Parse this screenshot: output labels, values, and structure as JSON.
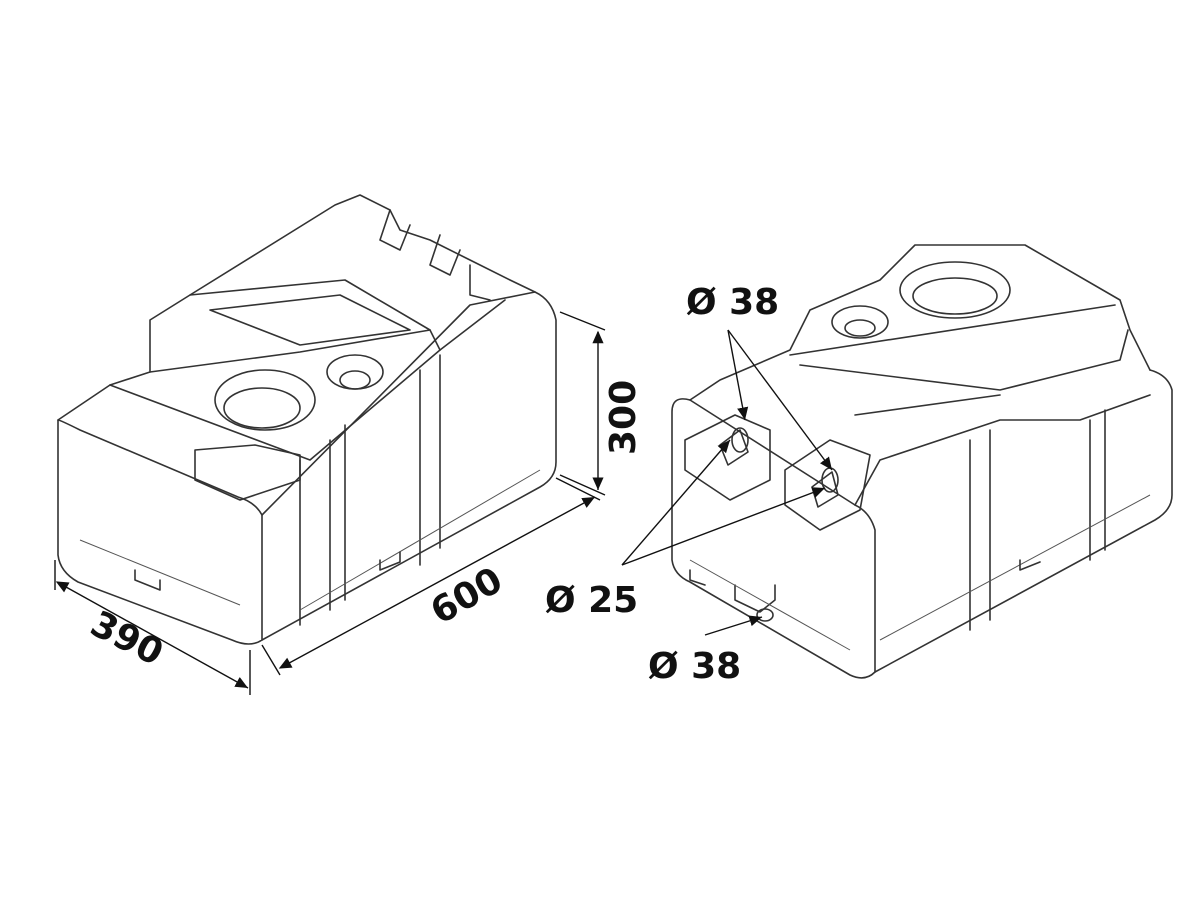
{
  "dimensions": {
    "width_label": "390",
    "length_label": "600",
    "height_label": "300"
  },
  "connections": {
    "top_outlet_label": "Ø 38",
    "vent_label": "Ø 25",
    "bottom_outlet_label": "Ø 38"
  },
  "colors": {
    "line": "#333333",
    "text": "#111111",
    "background": "#ffffff"
  }
}
